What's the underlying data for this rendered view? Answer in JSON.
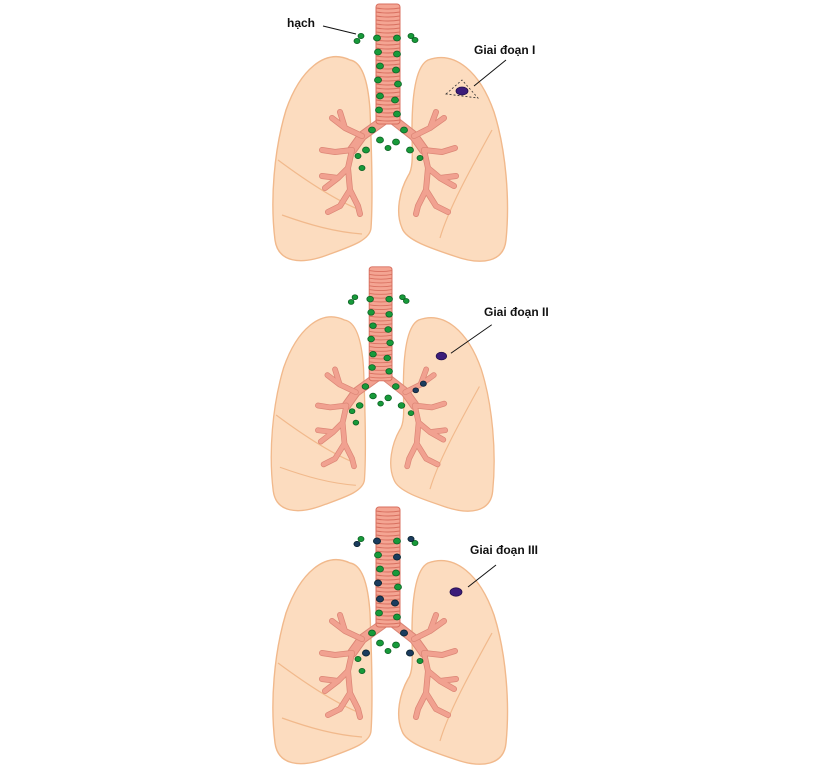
{
  "labels": {
    "node_label": "hạch",
    "stage1": "Giai đoạn I",
    "stage2": "Giai đoạn II",
    "stage3": "Giai đoạn III"
  },
  "colors": {
    "lung": "#fcdcbf",
    "trachea": "#f4a593",
    "lymph_node": "#179a3a",
    "involved_node": "#1b3c5e",
    "tumor": "#3c1d7a"
  },
  "panels": [
    {
      "stage_label_key": "stage1",
      "tumor": "small-with-dashed-outline",
      "involved_nodes": "none"
    },
    {
      "stage_label_key": "stage2",
      "tumor": "oval",
      "involved_nodes": "hilar"
    },
    {
      "stage_label_key": "stage3",
      "tumor": "oval",
      "involved_nodes": "mediastinal"
    }
  ]
}
